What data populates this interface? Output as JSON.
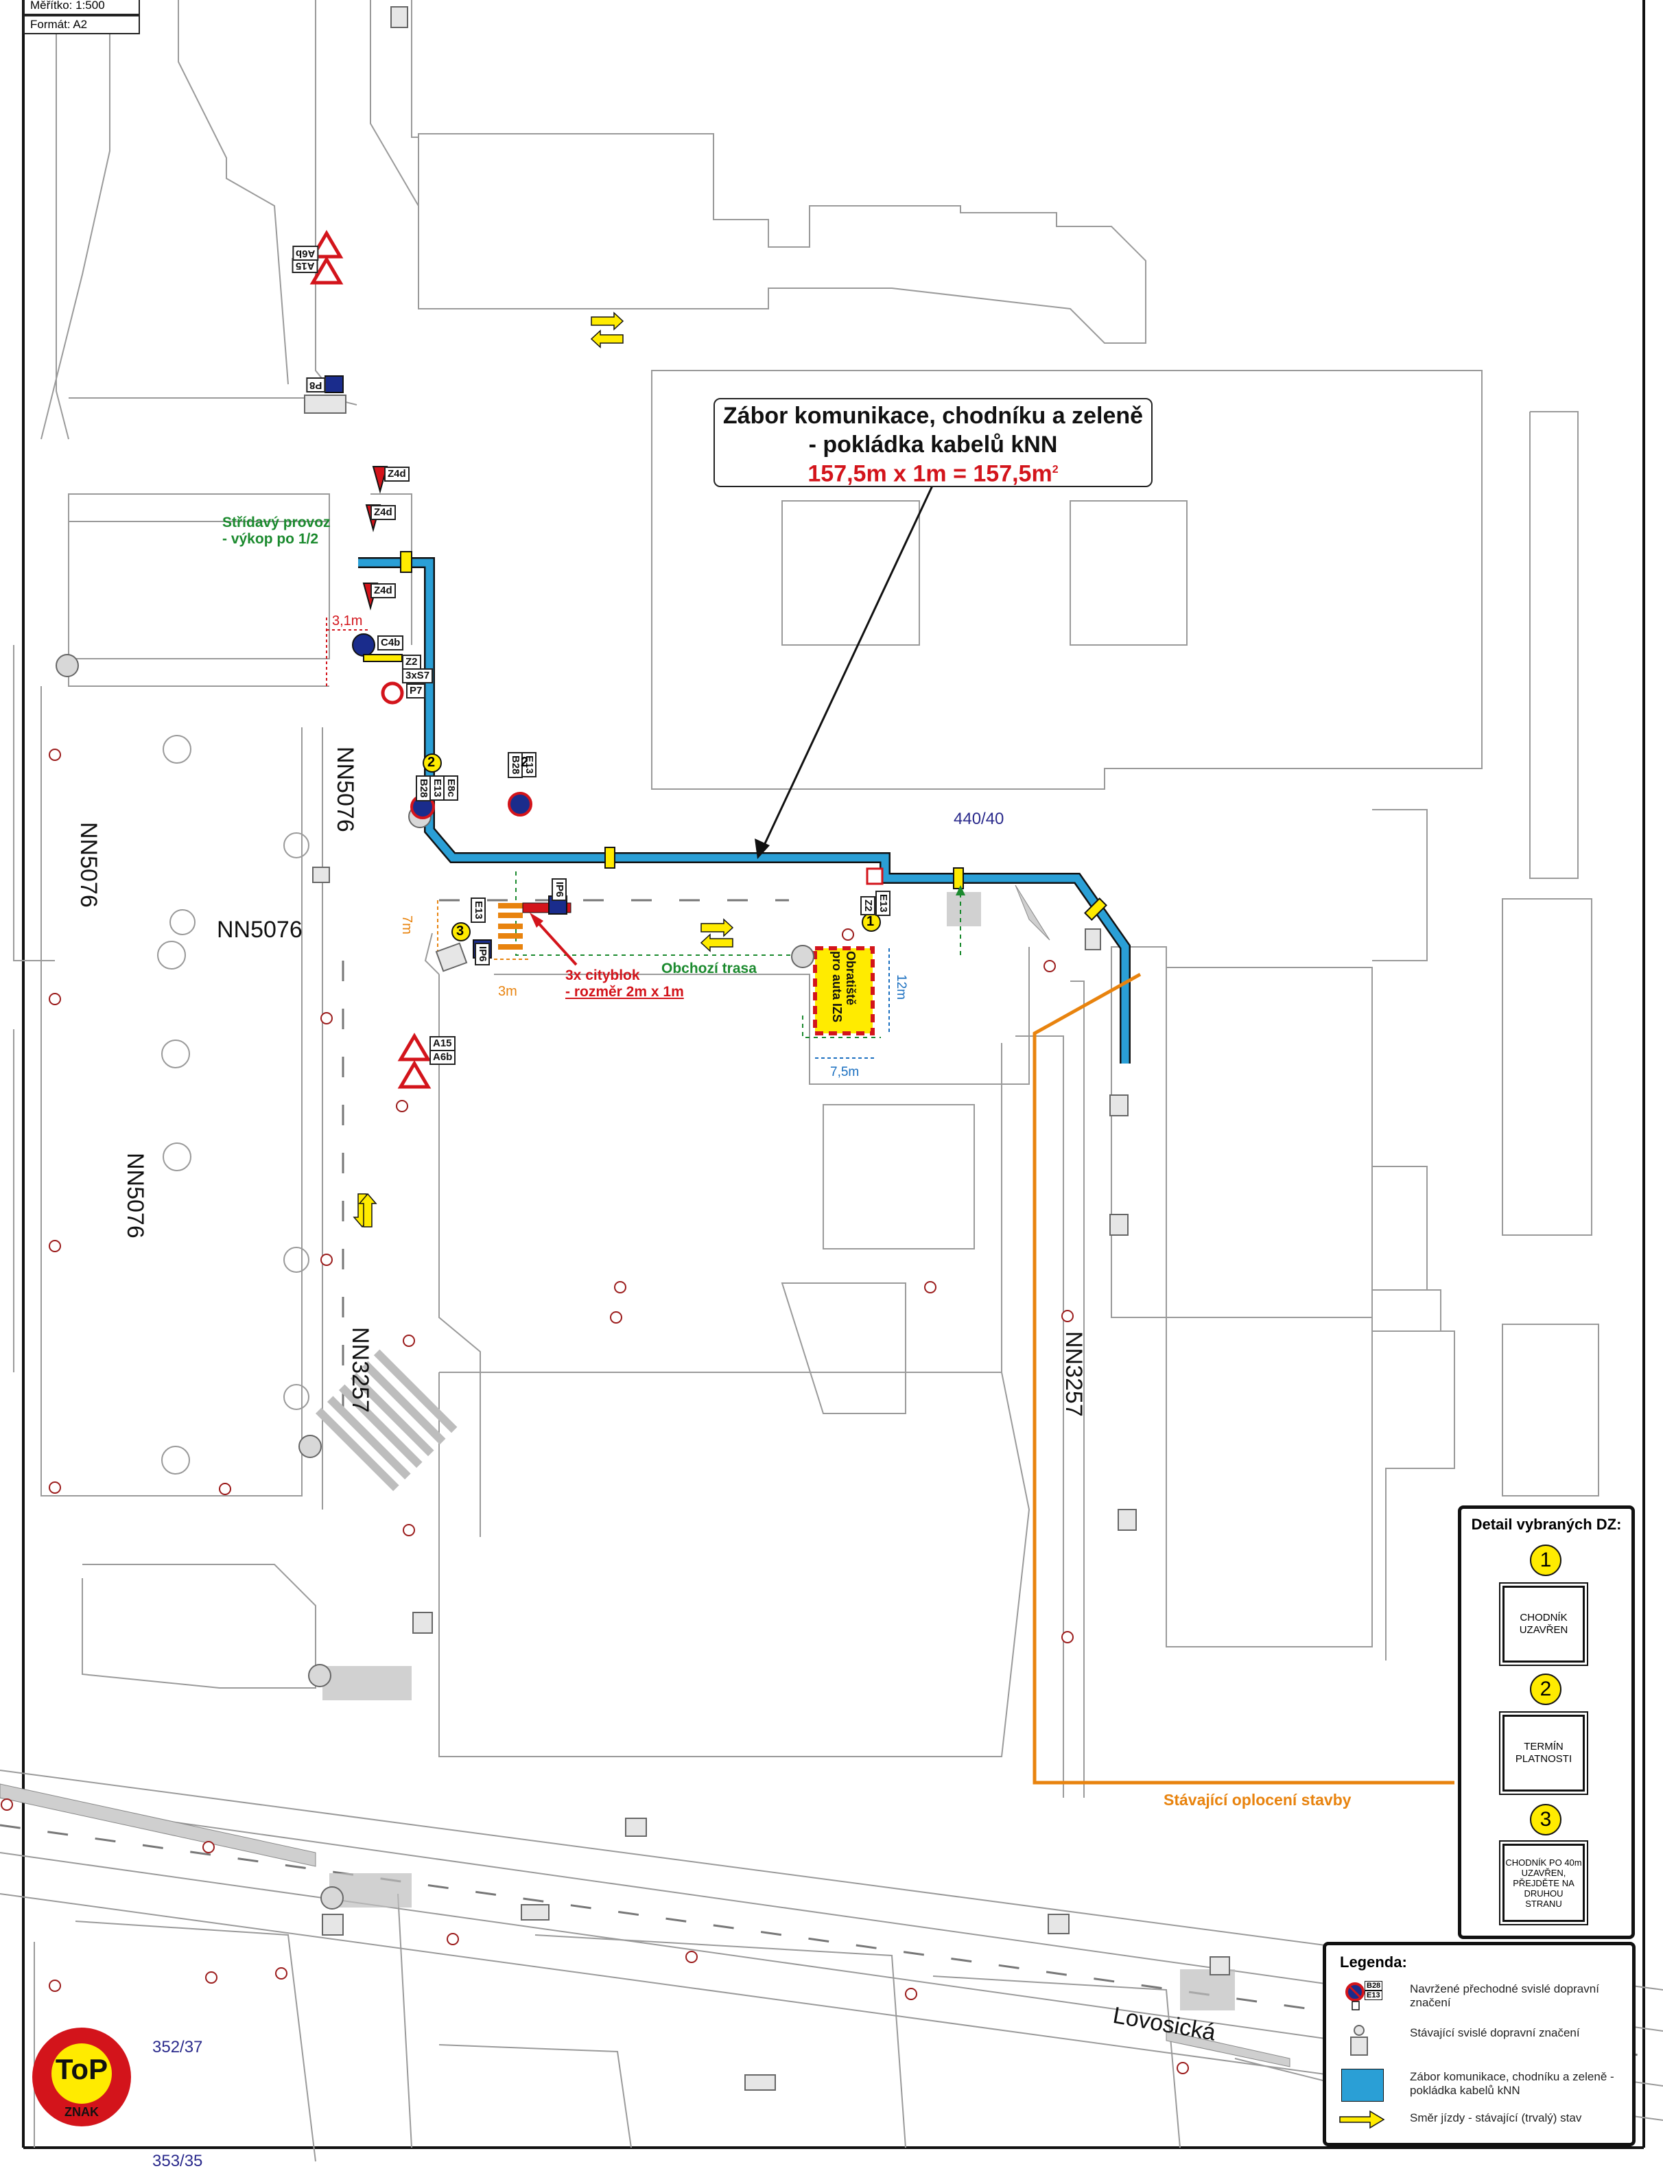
{
  "scale_box": {
    "scale": "Měřítko: 1:500",
    "format": "Formát: A2"
  },
  "callout": {
    "line1": "Zábor komunikace, chodníku a zeleně",
    "line2": "- pokládka kabelů kNN",
    "area": "157,5m x 1m  = 157,5m",
    "area_sup": "2"
  },
  "streets": {
    "nn5076_vertical_a": "NN5076",
    "nn5076_vertical_b": "NN5076",
    "nn5076_horizontal": "NN5076",
    "nn5076_left_lower": "NN5076",
    "nn3257_left": "NN3257",
    "nn3257_right": "NN3257",
    "lovosicka": "Lovosická"
  },
  "parcels": {
    "p440_40": "440/40",
    "p352_37": "352/37",
    "p353_35": "353/35"
  },
  "annotations": {
    "stridavy_provoz": "Střídavý provoz",
    "vykop": "- výkop po 1/2",
    "width_3_1m": "3,1m",
    "cityblok_line1": "3x cityblok",
    "cityblok_line2": "- rozměr 2m x 1m",
    "obchozi_trasa": "Obchozí trasa",
    "obratiste": "Obratiště pro auta IZS",
    "dim_7m": "7m",
    "dim_3m": "3m",
    "dim_12m": "12m",
    "dim_7_5m": "7,5m",
    "oploceni": "Stávající oplocení stavby"
  },
  "sign_codes": {
    "a15": "A15",
    "a6b": "A6b",
    "p8": "P8",
    "z4d_1": "Z4d",
    "z4d_2": "Z4d",
    "z4d_3": "Z4d",
    "c4b": "C4b",
    "z2": "Z2",
    "s7": "3xS7",
    "p7": "P7",
    "b28_a": "B28",
    "e13_a": "E13",
    "e8c": "E8c",
    "b28_b": "B28",
    "e13_b": "E13",
    "e13_c": "E13",
    "ip6_a": "IP6",
    "ip6_b": "IP6",
    "e13_d": "E13",
    "z2_b": "Z2",
    "a15_b": "A15",
    "a6b_b": "A6b"
  },
  "sign_numbers": {
    "n_b28a": "2",
    "n_b28b": "2",
    "n_e13c": "3",
    "n_e13d": "1"
  },
  "detail": {
    "title": "Detail vybraných DZ:",
    "items": [
      {
        "num": "1",
        "text": "CHODNÍK UZAVŘEN"
      },
      {
        "num": "2",
        "text": "TERMÍN PLATNOSTI"
      },
      {
        "num": "3",
        "text": "CHODNÍK PO 40m UZAVŘEN, PŘEJDĚTE NA DRUHOU STRANU"
      }
    ]
  },
  "legend": {
    "title": "Legenda:",
    "sign_codes": [
      "B28",
      "E13"
    ],
    "items": [
      "Navržené přechodné svislé dopravní značení",
      "Stávající svislé dopravní značení",
      "Zábor komunikace, chodníku a zeleně - pokládka kabelů kNN",
      "Směr jízdy - stávající (trvalý) stav"
    ]
  },
  "logo": {
    "top": "ToP",
    "bottom": "ZNAK"
  },
  "colors": {
    "trench": "#2a9fd6",
    "fence": "#e8830e",
    "route": "#1b8a2e",
    "red": "#d3141b",
    "yellow": "#ffeb00"
  }
}
